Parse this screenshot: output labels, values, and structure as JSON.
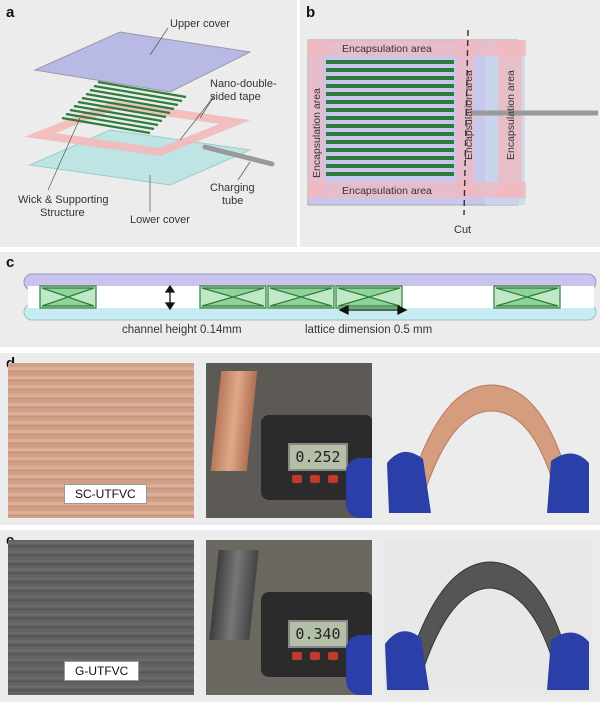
{
  "panels": {
    "a": {
      "label": "a",
      "upper_cover": "Upper cover",
      "tape_line1": "Nano-double-",
      "tape_line2": "sided tape",
      "wick_line1": "Wick & Supporting",
      "wick_line2": "Structure",
      "charging_line1": "Charging",
      "charging_line2": "tube",
      "lower_cover": "Lower cover"
    },
    "b": {
      "label": "b",
      "encap": "Encapsulation area",
      "cut": "Cut"
    },
    "c": {
      "label": "c",
      "channel_height": "channel height 0.14mm",
      "lattice_dimension": "lattice dimension 0.5 mm"
    },
    "d": {
      "label": "d",
      "sample_name": "SC-UTFVC",
      "caliper_reading": "0.252"
    },
    "e": {
      "label": "e",
      "sample_name": "G-UTFVC",
      "caliper_reading": "0.340"
    }
  },
  "colors": {
    "cover_purple": "#b9b9e6",
    "tape_pink": "#f3b9b9",
    "lower_cyan": "#bfe4e4",
    "wick_green": "#2e7d3a",
    "copper": "#c98e6d",
    "graphite": "#5a5a5a",
    "glove_blue": "#2a3fa8"
  }
}
